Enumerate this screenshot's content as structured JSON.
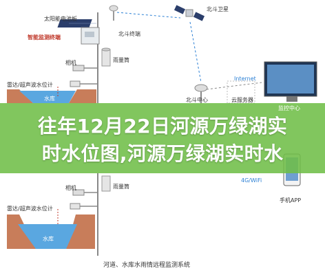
{
  "diagram": {
    "labels": {
      "solar_panel": "太阳能电池板",
      "smart_terminal": "智能监测终端",
      "beidou_terminal": "北斗终端",
      "rain_gauge": "雨量筒",
      "camera": "相机",
      "radar_sensor": "雷达/超声波水位计",
      "reservoir": "水库",
      "beidou_satellite": "北斗卫星",
      "internet": "Internet",
      "beidou_ground": "北斗中心",
      "cloud_server": "云服务器",
      "monitoring_center": "监控中心",
      "network": "4G/WiFi",
      "phone_app": "手机APP",
      "lower_camera": "相机",
      "lower_rain_gauge": "雨量筒",
      "lower_radar": "雷达/超声波水位计",
      "lower_reservoir": "水库"
    },
    "caption": "河道、水库水雨情远程监测系统"
  },
  "banner": {
    "line1": "往年12月22日河源万绿湖实",
    "line2": "时水位图,河源万绿湖实时水"
  },
  "colors": {
    "banner_green": "#70be48",
    "water_blue": "#5aa7e0",
    "soil_brown": "#c87d5a",
    "accent_red": "#c0392b"
  }
}
